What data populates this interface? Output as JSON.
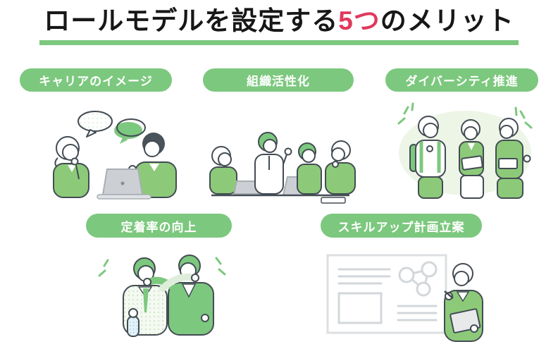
{
  "title": {
    "part1": "ロールモデルを設定する",
    "highlight": "5つ",
    "part2": "のメリット",
    "highlight_color": "#e0395c",
    "underline_color": "#7cc87e"
  },
  "benefits": [
    {
      "label": "キャリアのイメージ",
      "illustration": "two-people-talking-over-laptop-with-speech-bubbles"
    },
    {
      "label": "組織活性化",
      "illustration": "team-meeting-around-table-with-laptops"
    },
    {
      "label": "ダイバーシティ推進",
      "illustration": "three-diverse-people-standing-together"
    },
    {
      "label": "定着率の向上",
      "illustration": "two-colleagues-arms-on-shoulders"
    },
    {
      "label": "スキルアップ計画立案",
      "illustration": "presenter-with-tablet-and-plan-whiteboard"
    }
  ],
  "colors": {
    "pill_green": "#7cc87e",
    "pill_text": "#ffffff",
    "title_text": "#171717",
    "highlight_red": "#e0395c",
    "outline_dark": "#434c54",
    "cloth_green": "#8cca79",
    "light_green_bg": "#edf5e7",
    "laptop_gray": "#ccd0d4",
    "board_gray": "#d3d7da"
  }
}
